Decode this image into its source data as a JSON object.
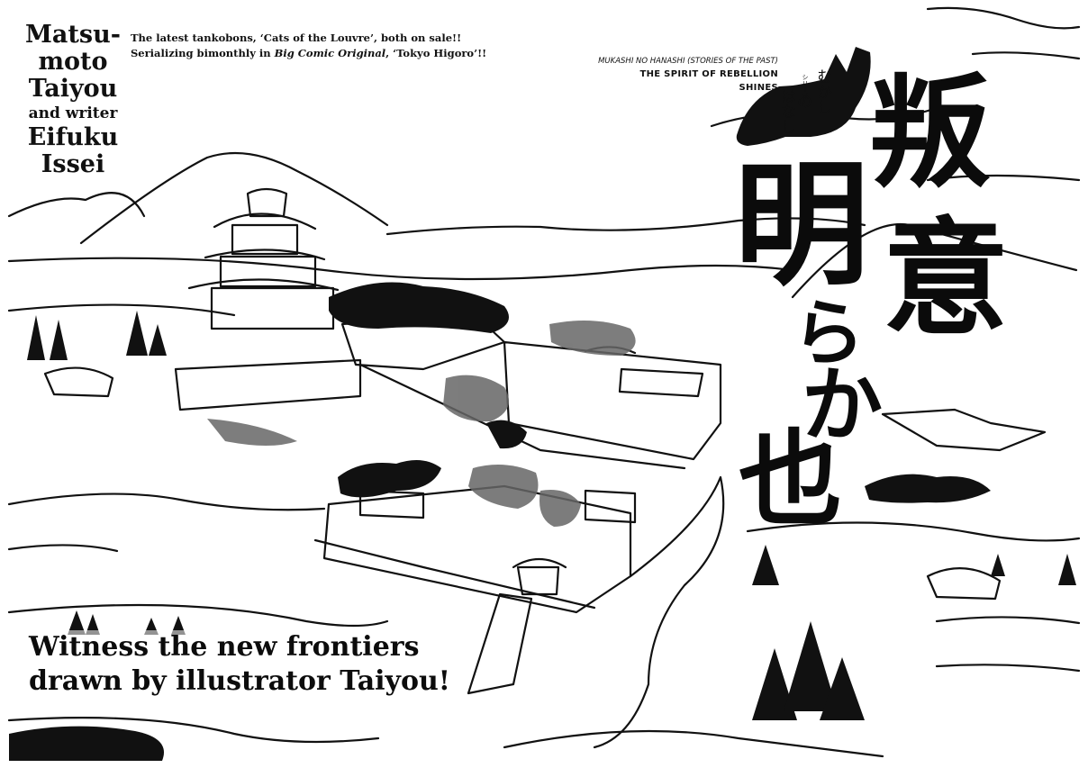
{
  "credit": {
    "artist_line1": "Matsu-",
    "artist_line2": "moto",
    "artist_line3": "Taiyou",
    "connector": "and writer",
    "writer_line1": "Eifuku",
    "writer_line2": "Issei"
  },
  "tagline": {
    "line1": "The latest tankobons, ‘Cats of the Louvre’, both on sale!!",
    "line2_prefix": "Serializing bimonthly in ",
    "line2_magazine": "Big Comic Original",
    "line2_suffix": ", ‘Tokyo Higoro’!!"
  },
  "series": {
    "romaji": "MUKASHI NO HANASHI (STORIES OF THE PAST)",
    "subtitle": "THE SPIRIT OF REBELLION SHINES",
    "jp_series_label": "シリーズ",
    "jp_col1": "むかし",
    "jp_col2": "の",
    "jp_col3": "はなし"
  },
  "title_jp": {
    "c1": "叛",
    "c2": "意",
    "c3": "明",
    "c4": "ら",
    "c5": "か",
    "c6": "也"
  },
  "headline": {
    "line1": "Witness the new frontiers",
    "line2": "drawn by illustrator Taiyou!"
  },
  "colors": {
    "ink": "#111111",
    "paper": "#ffffff",
    "wash": "#555555"
  }
}
